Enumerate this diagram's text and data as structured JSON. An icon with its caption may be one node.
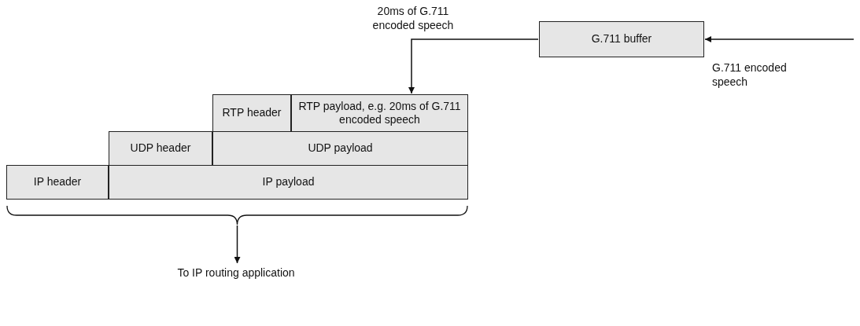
{
  "diagram": {
    "nodes": [
      {
        "text": [
          "G.711 buffer"
        ]
      },
      {
        "text": [
          "RTP header"
        ]
      },
      {
        "text": [
          "RTP payload, e.g. 20ms of G.711 encoded speech"
        ]
      },
      {
        "text": [
          "UDP header"
        ]
      },
      {
        "text": [
          "UDP payload"
        ]
      },
      {
        "text": [
          "IP header"
        ]
      },
      {
        "text": [
          "IP payload"
        ]
      },
      {
        "text": [],
        "shape": "brace"
      },
      {
        "text": [
          "To IP routing application"
        ]
      }
    ],
    "edges": [
      {
        "from": null,
        "to": 0,
        "arrow": "to",
        "label": "G.711 encoded speech"
      },
      {
        "from": 0,
        "to": 2,
        "arrow": "to",
        "label": "20ms of G.711 encoded speech"
      },
      {
        "from": 7,
        "to": 8,
        "arrow": "to"
      }
    ]
  }
}
